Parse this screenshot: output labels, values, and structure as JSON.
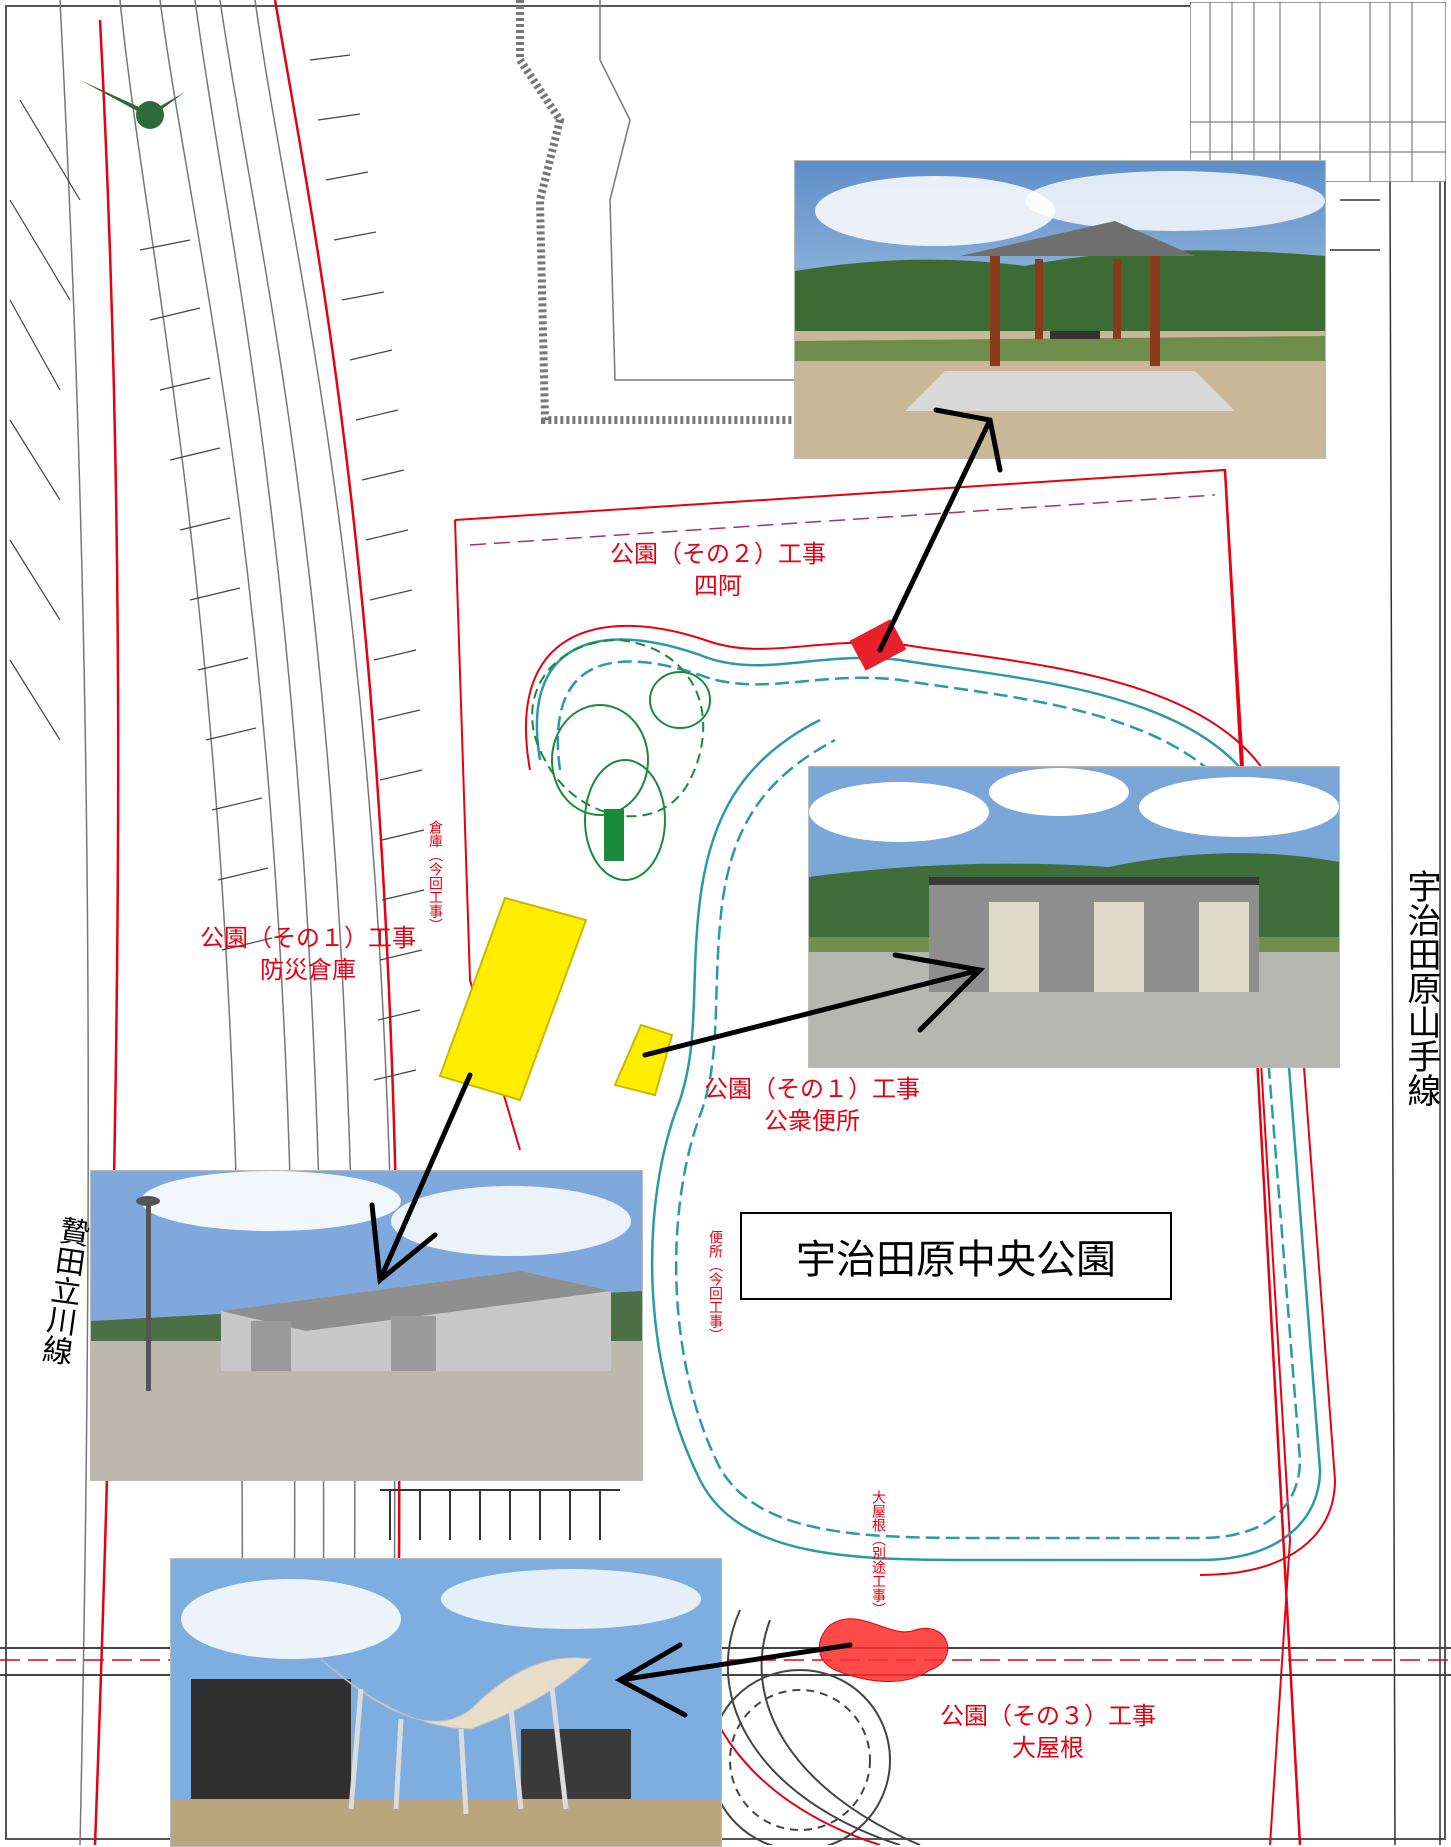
{
  "map": {
    "park_name": "宇治田原中央公園",
    "road_right": "宇治田原山手線",
    "road_left": "贄田立川線"
  },
  "callouts": {
    "azumaya": {
      "line1": "公園（その２）工事",
      "line2": "四阿"
    },
    "warehouse": {
      "line1": "公園（その１）工事",
      "line2": "防災倉庫"
    },
    "toilet": {
      "line1": "公園（その１）工事",
      "line2": "公衆便所"
    },
    "roof": {
      "line1": "公園（その３）工事",
      "line2": "大屋根"
    }
  },
  "drawing_annotations": {
    "toilet_note": "便所（今回工事）",
    "roof_note": "大屋根（別途工事）",
    "warehouse_note": "倉庫（今回工事）"
  },
  "colors": {
    "route_red": "#e60012",
    "highlight_yellow": "#ffee00",
    "roof_red": "#ff2a2a",
    "path_teal": "#2a9aa8",
    "planting_green": "#1a8a3a",
    "arrow": "#000000"
  },
  "photos": [
    {
      "id": "azumaya",
      "icon": "pavilion-photo"
    },
    {
      "id": "toilet",
      "icon": "restroom-photo"
    },
    {
      "id": "warehouse",
      "icon": "warehouse-photo"
    },
    {
      "id": "roof",
      "icon": "canopy-photo"
    }
  ]
}
